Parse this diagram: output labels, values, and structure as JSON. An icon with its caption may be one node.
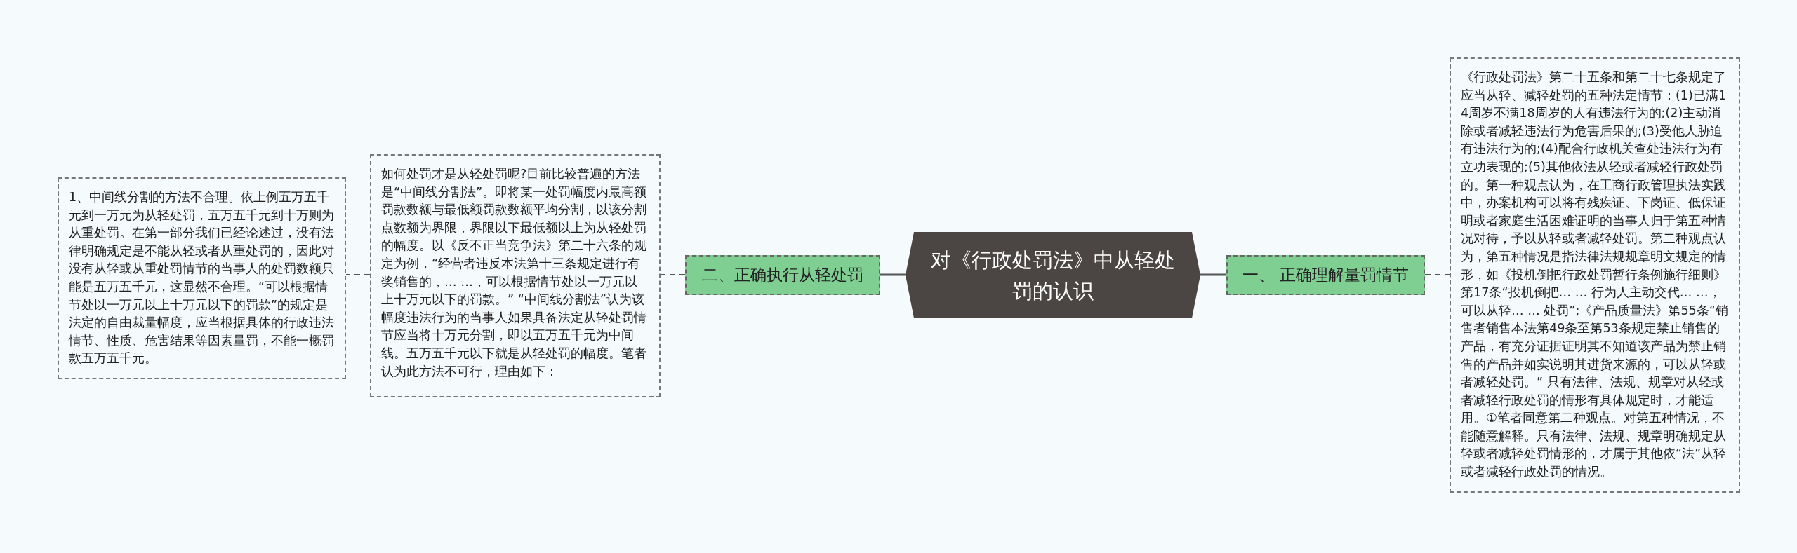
{
  "diagram": {
    "nodes": [
      {
        "text": [
          "对《行政处罚法》中从轻处罚的认识"
        ]
      },
      {
        "text": [
          "一、 正确理解量罚情节"
        ]
      },
      {
        "text": [
          "《行政处罚法》第二十五条和第二十七条规定了应当从轻、减轻处罚的五种法定情节：(1)已满14周岁不满18周岁的人有违法行为的;(2)主动消除或者减轻违法行为危害后果的;(3)受他人胁迫有违法行为的;(4)配合行政机关查处违法行为有立功表现的;(5)其他依法从轻或者减轻行政处罚的。第一种观点认为，在工商行政管理执法实践中，办案机构可以将有残疾证、下岗证、低保证明或者家庭生活困难证明的当事人归于第五种情况对待，予以从轻或者减轻处罚。第二种观点认为，第五种情况是指法律法规规章明文规定的情形，如《投机倒把行政处罚暂行条例施行细则》第17条“投机倒把… … 行为人主动交代… …，可以从轻… … 处罚”;《产品质量法》第55条“销售者销售本法第49条至第53条规定禁止销售的产品，有充分证据证明其不知道该产品为禁止销售的产品并如实说明其进货来源的，可以从轻或者减轻处罚。” 只有法律、法规、规章对从轻或者减轻行政处罚的情形有具体规定时，才能适用。①笔者同意第二种观点。对第五种情况，不能随意解释。只有法律、法规、规章明确规定从轻或者减轻处罚情形的，才属于其他依“法”从轻或者减轻行政处罚的情况。"
        ]
      },
      {
        "text": [
          "二、正确执行从轻处罚"
        ]
      },
      {
        "text": [
          "如何处罚才是从轻处罚呢?目前比较普遍的方法是“中间线分割法”。即将某一处罚幅度内最高额罚款数额与最低额罚款数额平均分割，以该分割点数额为界限，界限以下最低额以上为从轻处罚的幅度。以《反不正当竞争法》第二十六条的规定为例，“经营者违反本法第十三条规定进行有奖销售的，… …，可以根据情节处以一万元以上十万元以下的罚款。” “中间线分割法”认为该幅度违法行为的当事人如果具备法定从轻处罚情节应当将十万元分割，即以五万五千元为中间线。五万五千元以下就是从轻处罚的幅度。笔者认为此方法不可行，理由如下："
        ]
      },
      {
        "text": [
          "1、中间线分割的方法不合理。依上例五万五千元到一万元为从轻处罚，五万五千元到十万则为从重处罚。在第一部分我们已经论述过，没有法律明确规定是不能从轻或者从重处罚的，因此对没有从轻或从重处罚情节的当事人的处罚数额只能是五万五千元，这显然不合理。“可以根据情节处以一万元以上十万元以下的罚款”的规定是法定的自由裁量幅度，应当根据具体的行政违法情节、性质、危害结果等因素量罚，不能一概罚款五万五千元。"
        ]
      }
    ],
    "edges": [
      {
        "from": 0,
        "to": 1,
        "arrow": "none"
      },
      {
        "from": 1,
        "to": 2,
        "arrow": "none",
        "style": "dashed"
      },
      {
        "from": 0,
        "to": 3,
        "arrow": "none"
      },
      {
        "from": 3,
        "to": 4,
        "arrow": "none",
        "style": "dashed"
      },
      {
        "from": 4,
        "to": 5,
        "arrow": "none",
        "style": "dashed"
      }
    ]
  }
}
